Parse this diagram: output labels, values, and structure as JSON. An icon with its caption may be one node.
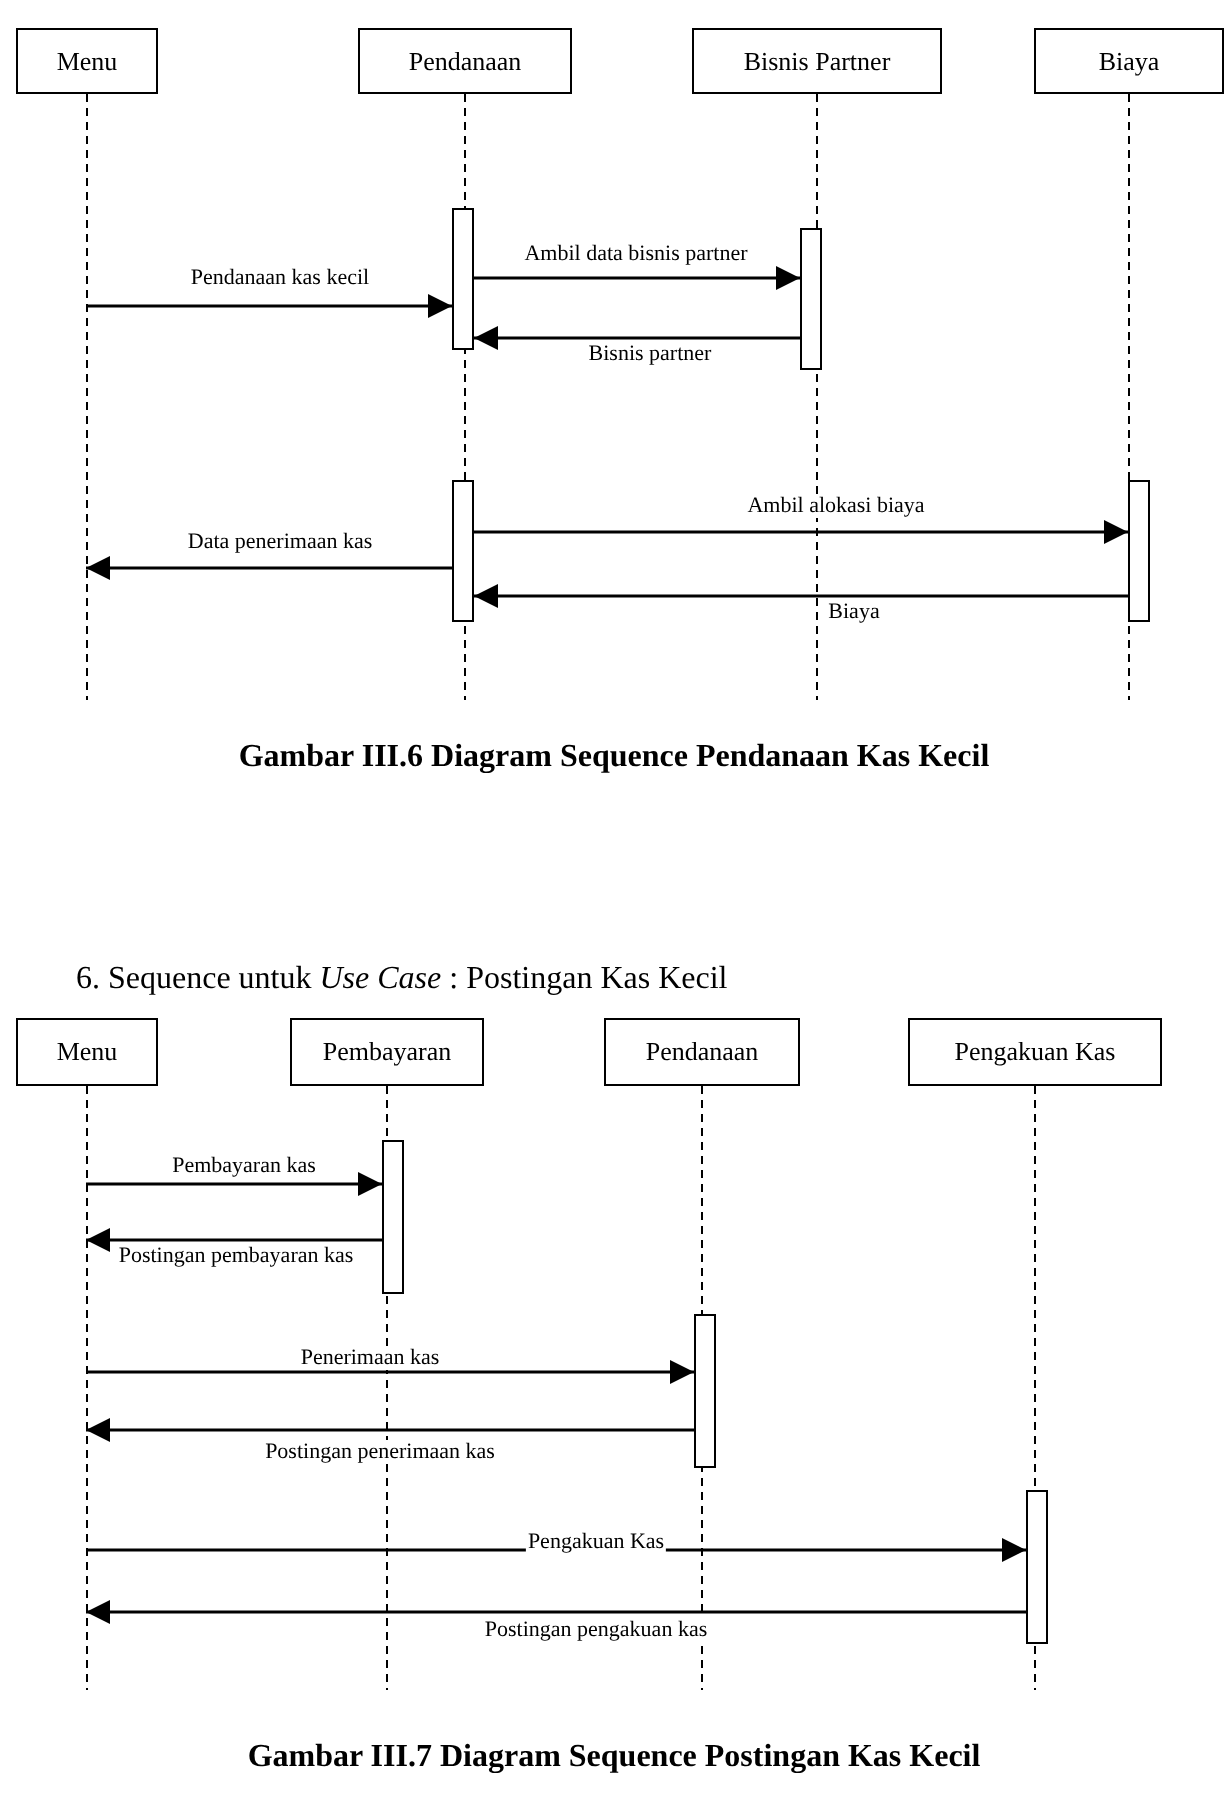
{
  "diagram": {
    "nodes": [
      {
        "text": [
          "Menu"
        ]
      },
      {
        "text": [
          "Pendanaan"
        ]
      },
      {
        "text": [
          "Bisnis Partner"
        ]
      },
      {
        "text": [
          "Biaya"
        ]
      },
      {
        "text": [],
        "shape": "bar"
      },
      {
        "text": [],
        "shape": "bar"
      },
      {
        "text": [],
        "shape": "bar"
      },
      {
        "text": [],
        "shape": "bar"
      },
      {
        "text": [
          "Menu"
        ]
      },
      {
        "text": [
          "Pembayaran"
        ]
      },
      {
        "text": [
          "Pendanaan"
        ]
      },
      {
        "text": [
          "Pengakuan Kas"
        ]
      },
      {
        "text": [],
        "shape": "bar"
      },
      {
        "text": [],
        "shape": "bar"
      },
      {
        "text": [],
        "shape": "bar"
      }
    ],
    "edges": [
      {
        "from": null,
        "to": 4,
        "arrow": "to",
        "label": "Pendanaan kas kecil"
      },
      {
        "from": 4,
        "to": 5,
        "arrow": "to",
        "label": "Ambil data bisnis partner"
      },
      {
        "from": 5,
        "to": 4,
        "arrow": "to",
        "label": "Bisnis partner"
      },
      {
        "from": 6,
        "to": null,
        "arrow": "to",
        "label": "Data penerimaan kas"
      },
      {
        "from": 6,
        "to": 7,
        "arrow": "to",
        "label": "Ambil alokasi biaya"
      },
      {
        "from": 7,
        "to": 6,
        "arrow": "to",
        "label": "Biaya"
      },
      {
        "from": null,
        "to": 12,
        "arrow": "to",
        "label": "Pembayaran kas"
      },
      {
        "from": 12,
        "to": null,
        "arrow": "to",
        "label": "Postingan pembayaran kas"
      },
      {
        "from": null,
        "to": 13,
        "arrow": "to",
        "label": "Penerimaan kas"
      },
      {
        "from": 13,
        "to": null,
        "arrow": "to",
        "label": "Postingan penerimaan kas"
      },
      {
        "from": null,
        "to": 14,
        "arrow": "to",
        "label": "Pengakuan Kas"
      },
      {
        "from": 14,
        "to": null,
        "arrow": "to",
        "label": "Postingan pengakuan kas"
      }
    ],
    "labels": [
      "Gambar III.6 Diagram Sequence Pendanaan Kas Kecil",
      "6. Sequence untuk *Use Case* : Postingan Kas Kecil",
      "Gambar III.7 Diagram Sequence Postingan Kas Kecil"
    ]
  }
}
